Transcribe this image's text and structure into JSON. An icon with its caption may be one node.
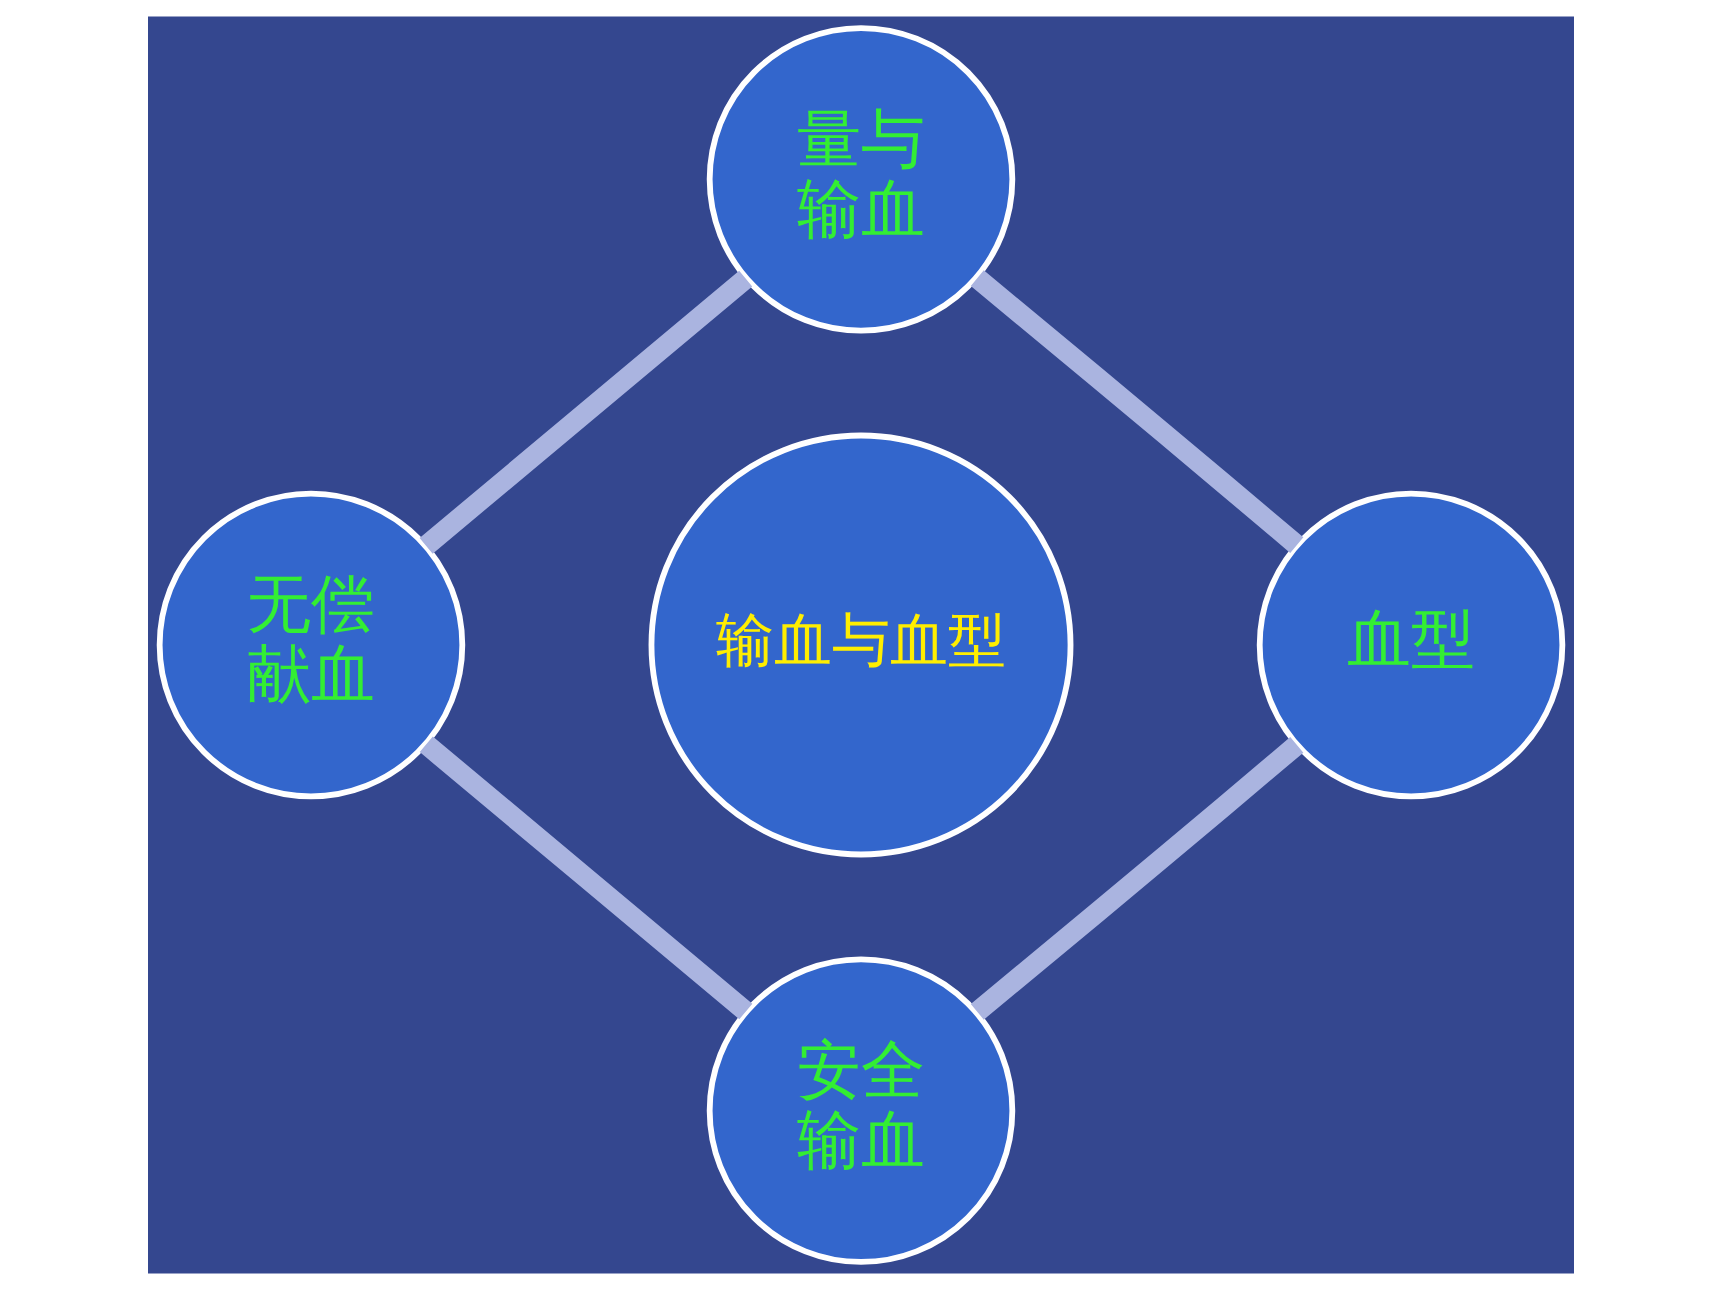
{
  "diagram": {
    "nodes": [
      {
        "text": [
          "量与输血"
        ]
      },
      {
        "text": [
          "无偿献血"
        ]
      },
      {
        "text": [
          "输血与血型"
        ]
      },
      {
        "text": [
          "血型"
        ]
      },
      {
        "text": [
          "安全输血"
        ]
      }
    ],
    "edges": [
      {
        "from": 0,
        "to": 3,
        "arrow": "none"
      },
      {
        "from": 3,
        "to": 4,
        "arrow": "none"
      },
      {
        "from": 4,
        "to": 1,
        "arrow": "none"
      },
      {
        "from": 1,
        "to": 0,
        "arrow": "none"
      }
    ]
  }
}
